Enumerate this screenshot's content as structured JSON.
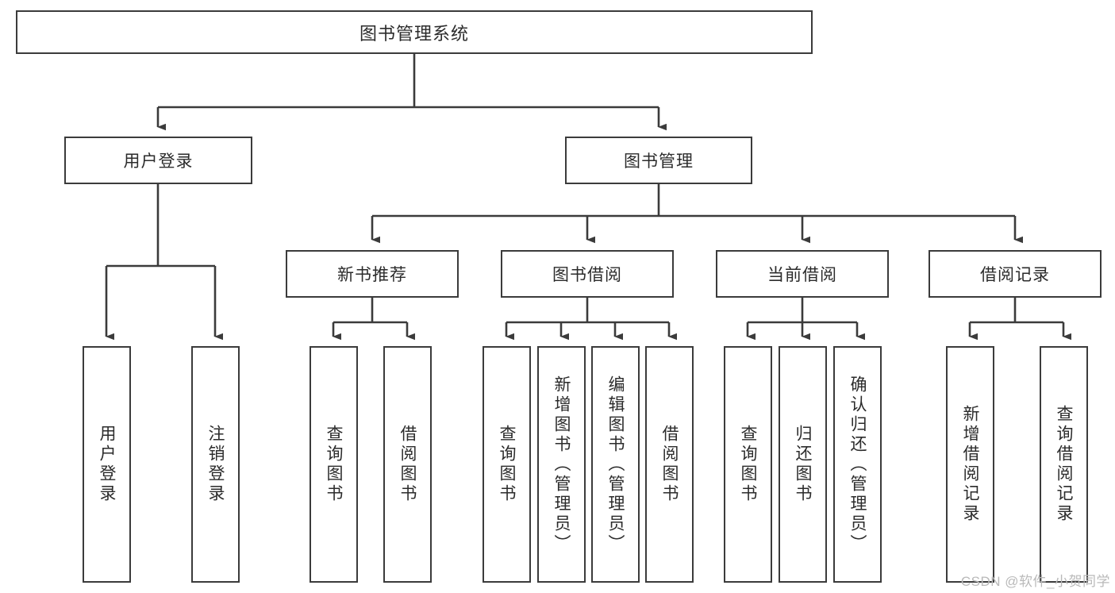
{
  "diagram": {
    "title": "图书管理系统",
    "type": "function-hierarchy-tree",
    "root": {
      "label": "图书管理系统"
    },
    "level1": [
      {
        "label": "用户登录"
      },
      {
        "label": "图书管理"
      }
    ],
    "level2": [
      {
        "label": "新书推荐"
      },
      {
        "label": "图书借阅"
      },
      {
        "label": "当前借阅"
      },
      {
        "label": "借阅记录"
      }
    ],
    "leaves": {
      "user_login": [
        {
          "label": "用户登录"
        },
        {
          "label": "注销登录"
        }
      ],
      "new_book_recommend": [
        {
          "label": "查询图书"
        },
        {
          "label": "借阅图书"
        }
      ],
      "book_borrow": [
        {
          "label": "查询图书"
        },
        {
          "label": "新增图书（管理员）"
        },
        {
          "label": "编辑图书（管理员）"
        },
        {
          "label": "借阅图书"
        }
      ],
      "current_borrow": [
        {
          "label": "查询图书"
        },
        {
          "label": "归还图书"
        },
        {
          "label": "确认归还（管理员）"
        }
      ],
      "borrow_record": [
        {
          "label": "新增借阅记录"
        },
        {
          "label": "查询借阅记录"
        }
      ]
    }
  },
  "watermark": {
    "text": "CSDN @软件_小贺同学"
  },
  "colors": {
    "stroke": "#3b3b3b",
    "fill": "#ffffff",
    "text": "#2b2b2b",
    "watermark": "#b9b9b9"
  }
}
